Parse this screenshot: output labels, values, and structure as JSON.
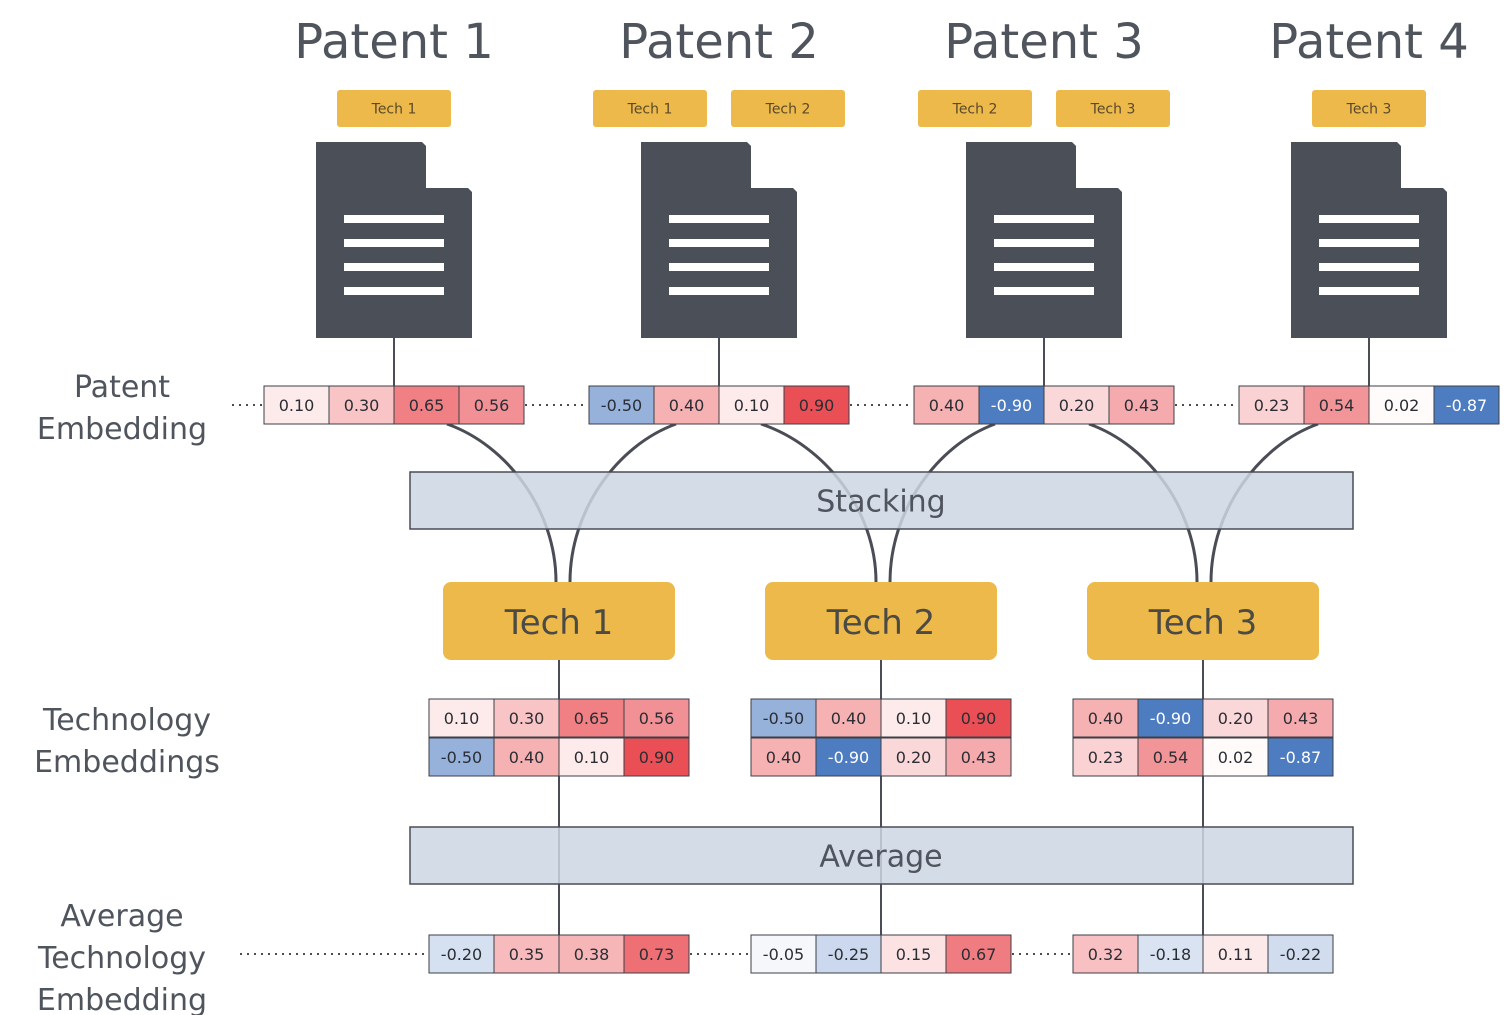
{
  "colors": {
    "doc": "#4b4f58",
    "tag": "#ecb94a",
    "band": "#ccd6e3",
    "line": "#4a4d55",
    "text": "#4f545d",
    "negative": "#4d7cc1",
    "positive": "#ea4f55",
    "neutral": "#ffffff"
  },
  "patents": [
    {
      "title": "Patent 1",
      "tags": [
        "Tech 1"
      ],
      "embedding": [
        0.1,
        0.3,
        0.65,
        0.56
      ]
    },
    {
      "title": "Patent 2",
      "tags": [
        "Tech 1",
        "Tech 2"
      ],
      "embedding": [
        -0.5,
        0.4,
        0.1,
        0.9
      ]
    },
    {
      "title": "Patent 3",
      "tags": [
        "Tech 2",
        "Tech 3"
      ],
      "embedding": [
        0.4,
        -0.9,
        0.2,
        0.43
      ]
    },
    {
      "title": "Patent 4",
      "tags": [
        "Tech 3"
      ],
      "embedding": [
        0.23,
        0.54,
        0.02,
        -0.87
      ]
    }
  ],
  "labels": {
    "patent_embedding": [
      "Patent",
      "Embedding"
    ],
    "technology_embeddings": [
      "Technology",
      "Embeddings"
    ],
    "average_technology_embedding": [
      "Average",
      "Technology",
      "Embedding"
    ]
  },
  "bands": {
    "stacking": "Stacking",
    "average": "Average"
  },
  "technologies": [
    {
      "name": "Tech 1",
      "embeddings": [
        [
          0.1,
          0.3,
          0.65,
          0.56
        ],
        [
          -0.5,
          0.4,
          0.1,
          0.9
        ]
      ],
      "average": [
        -0.2,
        0.35,
        0.38,
        0.73
      ]
    },
    {
      "name": "Tech 2",
      "embeddings": [
        [
          -0.5,
          0.4,
          0.1,
          0.9
        ],
        [
          0.4,
          -0.9,
          0.2,
          0.43
        ]
      ],
      "average": [
        -0.05,
        -0.25,
        0.15,
        0.67
      ]
    },
    {
      "name": "Tech 3",
      "embeddings": [
        [
          0.4,
          -0.9,
          0.2,
          0.43
        ],
        [
          0.23,
          0.54,
          0.02,
          -0.87
        ]
      ],
      "average": [
        0.32,
        -0.18,
        0.11,
        -0.22
      ]
    }
  ]
}
